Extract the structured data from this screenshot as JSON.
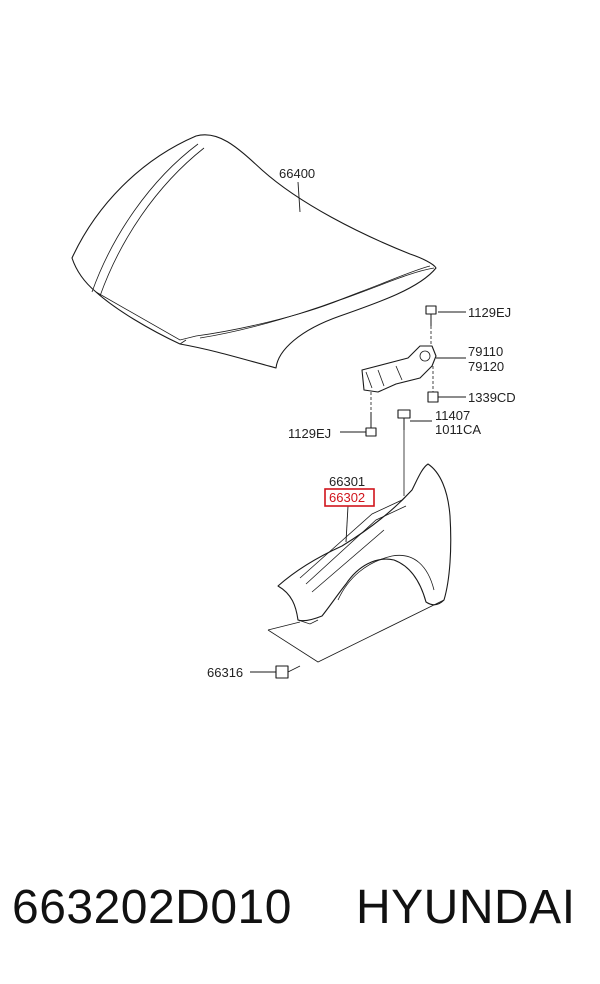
{
  "labels": {
    "hood": "66400",
    "bolt_top": "1129EJ",
    "hinge_1": "79110",
    "hinge_2": "79120",
    "nut": "1339CD",
    "bolt_left": "1129EJ",
    "bolt_fender_1": "11407",
    "bolt_fender_2": "1011CA",
    "fender_1": "66301",
    "fender_2": "66302",
    "screw": "66316"
  },
  "caption": {
    "part_number": "663202D010",
    "brand": "HYUNDAI"
  },
  "highlight_color": "#d0141c"
}
